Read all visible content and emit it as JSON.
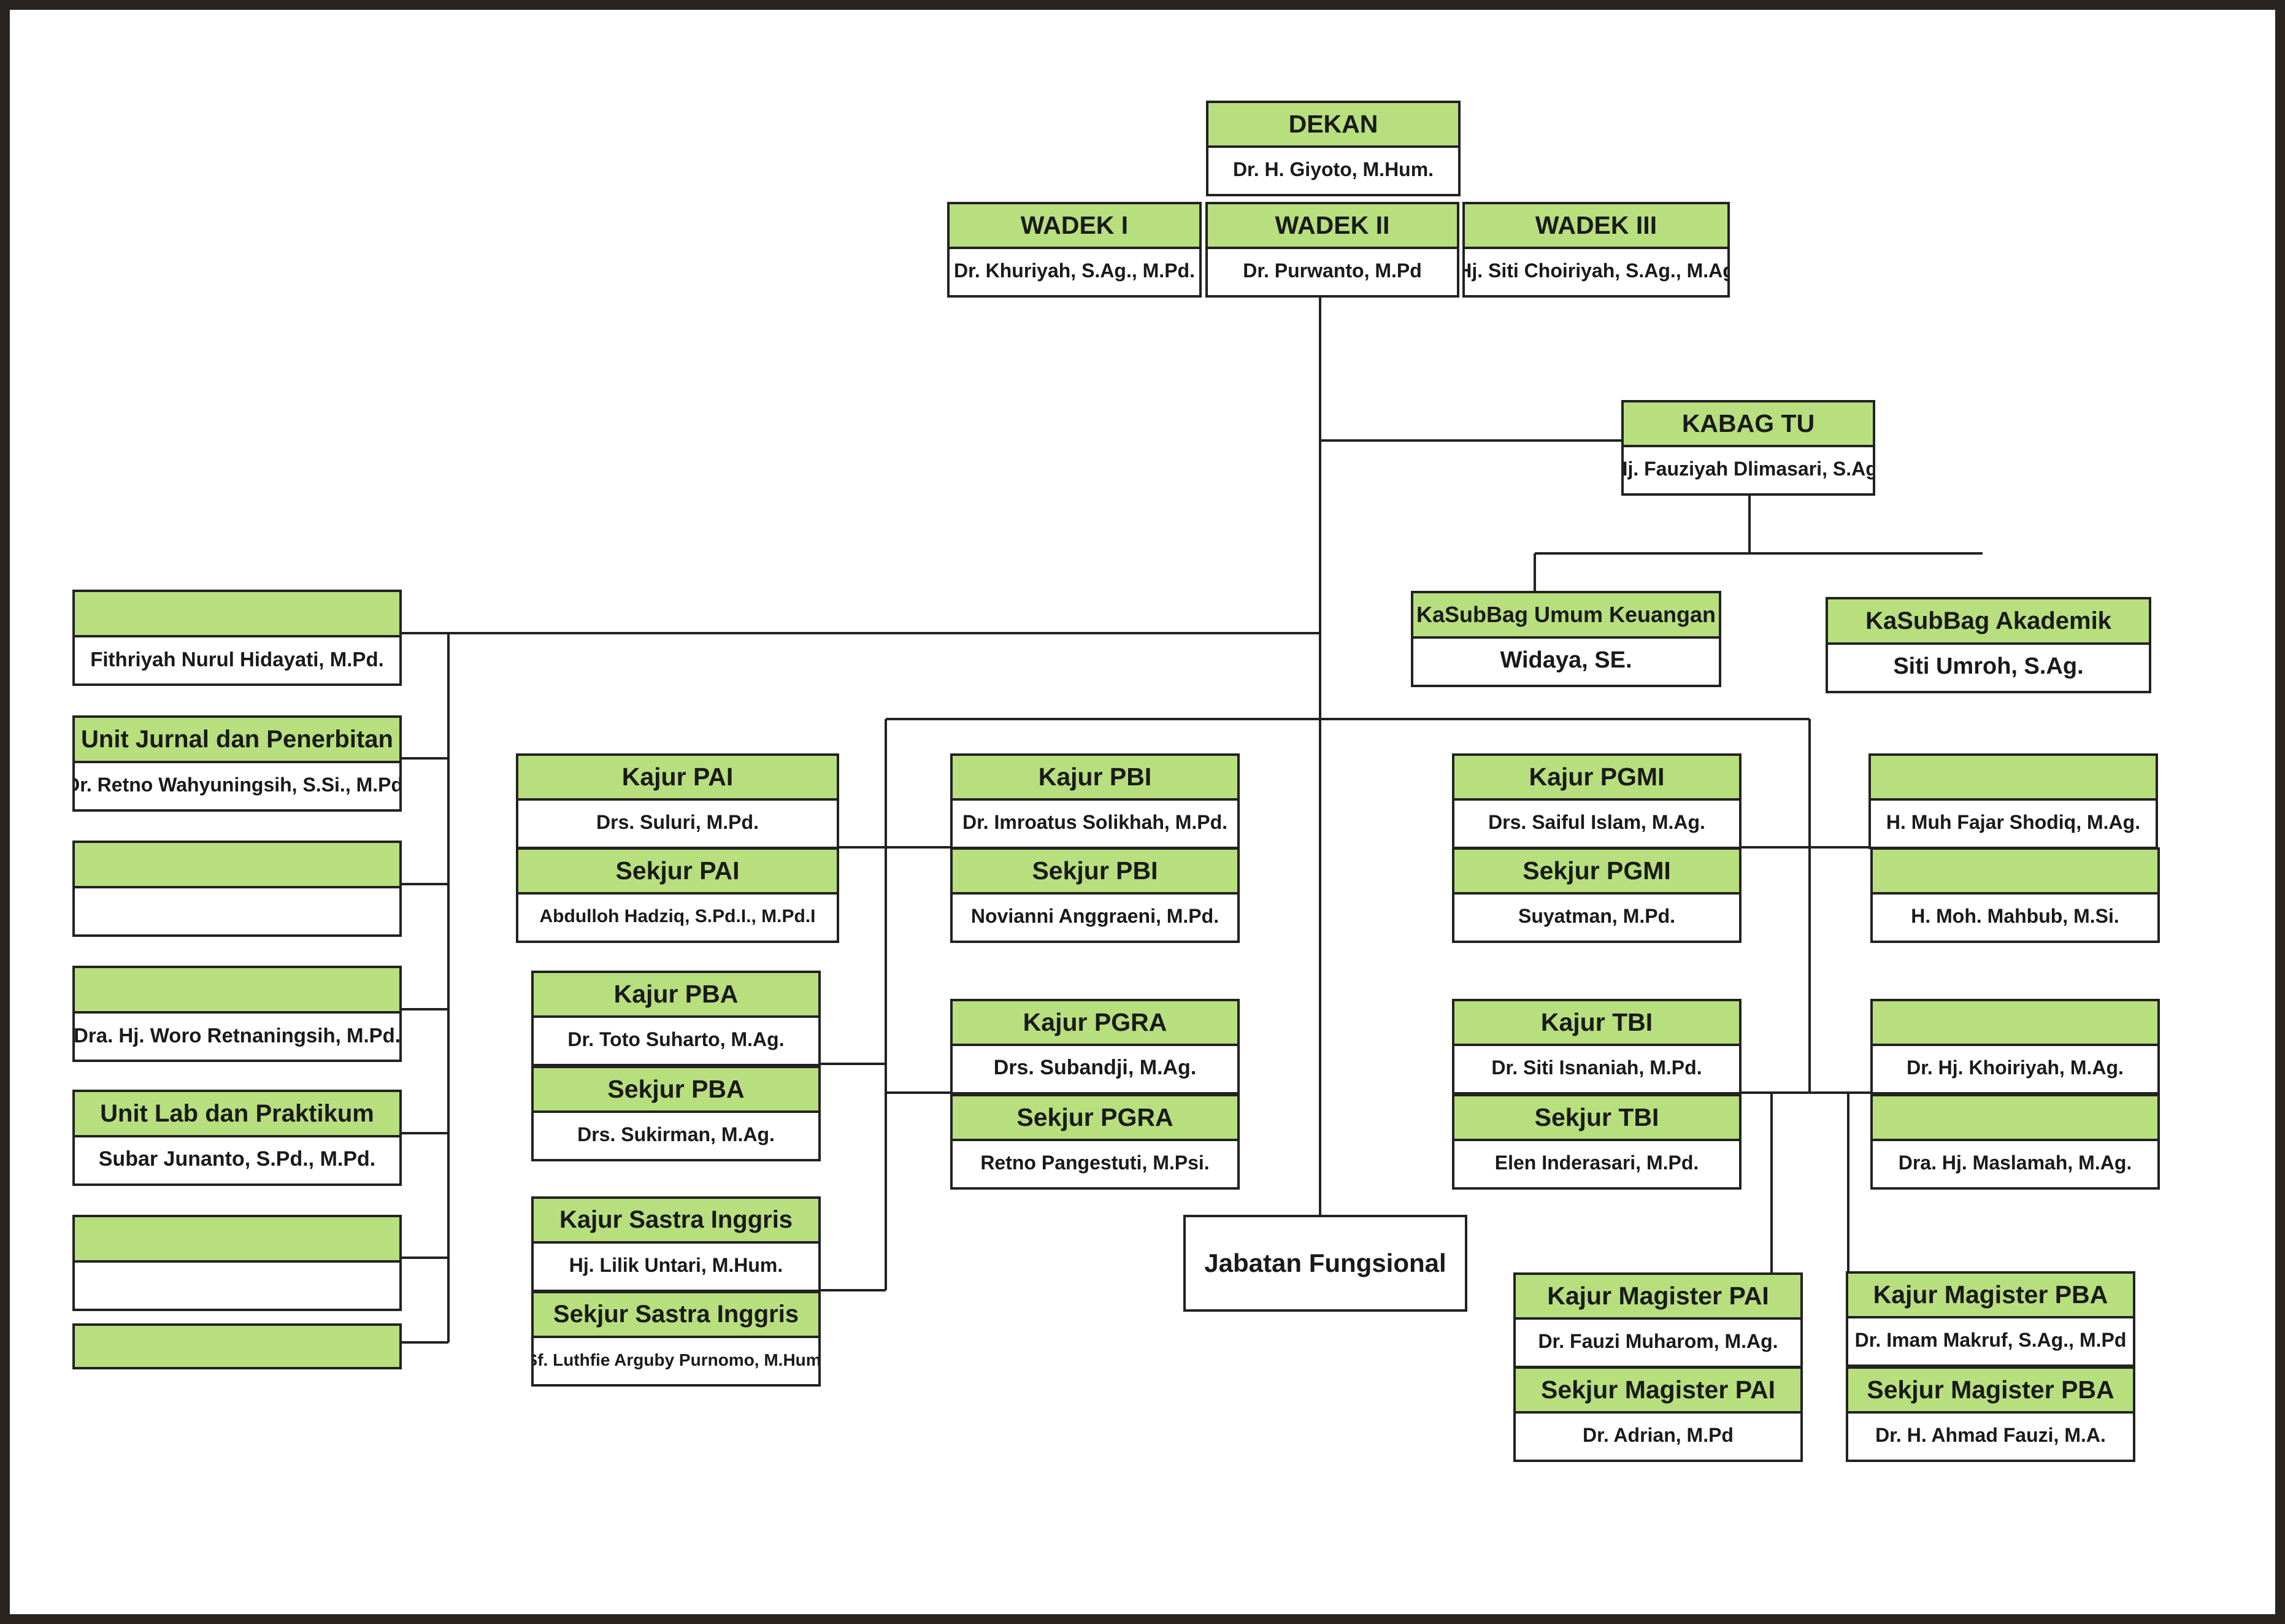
{
  "colors": {
    "header_fill": "#b8df7e",
    "line": "#222222",
    "frame": "#2a2421"
  },
  "dekan": {
    "title": "DEKAN",
    "name": "Dr. H. Giyoto, M.Hum."
  },
  "wadek1": {
    "title": "WADEK I",
    "name": "Dr. Khuriyah, S.Ag., M.Pd."
  },
  "wadek2": {
    "title": "WADEK II",
    "name": "Dr. Purwanto, M.Pd"
  },
  "wadek3": {
    "title": "WADEK III",
    "name": "Hj. Siti Choiriyah, S.Ag., M.Ag"
  },
  "kabag_tu": {
    "title": "KABAG TU",
    "name": "Hj. Fauziyah Dlimasari, S.Ag."
  },
  "kasubbag_umum": {
    "title": "KaSubBag Umum Keuangan",
    "name": "Widaya, SE."
  },
  "kasubbag_akademik": {
    "title": "KaSubBag Akademik",
    "name": "Siti Umroh, S.Ag."
  },
  "units": {
    "u1": {
      "title": "",
      "name": "Fithriyah Nurul Hidayati, M.Pd."
    },
    "u2": {
      "title": "Unit Jurnal dan Penerbitan",
      "name": "Dr. Retno Wahyuningsih, S.Si., M.Pd."
    },
    "u3": {
      "title": "",
      "name": ""
    },
    "u4": {
      "title": "",
      "name": "Dra. Hj. Woro Retnaningsih, M.Pd."
    },
    "u5": {
      "title": "Unit Lab dan Praktikum",
      "name": "Subar Junanto, S.Pd., M.Pd."
    },
    "u6": {
      "title": "",
      "name": ""
    }
  },
  "kajur_pai": {
    "title": "Kajur PAI",
    "name": "Drs. Suluri, M.Pd."
  },
  "sekjur_pai": {
    "title": "Sekjur PAI",
    "name": "Abdulloh Hadziq, S.Pd.I., M.Pd.I"
  },
  "kajur_pba": {
    "title": "Kajur PBA",
    "name": "Dr. Toto Suharto, M.Ag."
  },
  "sekjur_pba": {
    "title": "Sekjur PBA",
    "name": "Drs. Sukirman, M.Ag."
  },
  "kajur_si": {
    "title": "Kajur Sastra Inggris",
    "name": "Hj. Lilik Untari, M.Hum."
  },
  "sekjur_si": {
    "title": "Sekjur Sastra Inggris",
    "name": "Sf. Luthfie Arguby Purnomo, M.Hum."
  },
  "kajur_pbi": {
    "title": "Kajur PBI",
    "name": "Dr. Imroatus Solikhah, M.Pd."
  },
  "sekjur_pbi": {
    "title": "Sekjur PBI",
    "name": "Novianni Anggraeni, M.Pd."
  },
  "kajur_pgra": {
    "title": "Kajur PGRA",
    "name": "Drs. Subandji, M.Ag."
  },
  "sekjur_pgra": {
    "title": "Sekjur PGRA",
    "name": "Retno Pangestuti, M.Psi."
  },
  "jabatan_fungsional": "Jabatan Fungsional",
  "kajur_pgmi": {
    "title": "Kajur PGMI",
    "name": "Drs. Saiful Islam, M.Ag."
  },
  "sekjur_pgmi": {
    "title": "Sekjur PGMI",
    "name": "Suyatman, M.Pd."
  },
  "kajur_tbi": {
    "title": "Kajur TBI",
    "name": "Dr. Siti Isnaniah, M.Pd."
  },
  "sekjur_tbi": {
    "title": "Sekjur TBI",
    "name": "Elen Inderasari, M.Pd."
  },
  "right1": {
    "title": "",
    "name": "H. Muh Fajar Shodiq, M.Ag."
  },
  "right2": {
    "title": "",
    "name": "H. Moh. Mahbub, M.Si."
  },
  "right3": {
    "title": "",
    "name": "Dr. Hj. Khoiriyah, M.Ag."
  },
  "right4": {
    "title": "",
    "name": "Dra. Hj. Maslamah, M.Ag."
  },
  "kajur_mpai": {
    "title": "Kajur Magister PAI",
    "name": "Dr. Fauzi Muharom, M.Ag."
  },
  "sekjur_mpai": {
    "title": "Sekjur Magister PAI",
    "name": "Dr. Adrian, M.Pd"
  },
  "kajur_mpba": {
    "title": "Kajur Magister PBA",
    "name": "Dr. Imam Makruf, S.Ag., M.Pd"
  },
  "sekjur_mpba": {
    "title": "Sekjur Magister PBA",
    "name": "Dr. H. Ahmad Fauzi, M.A."
  }
}
